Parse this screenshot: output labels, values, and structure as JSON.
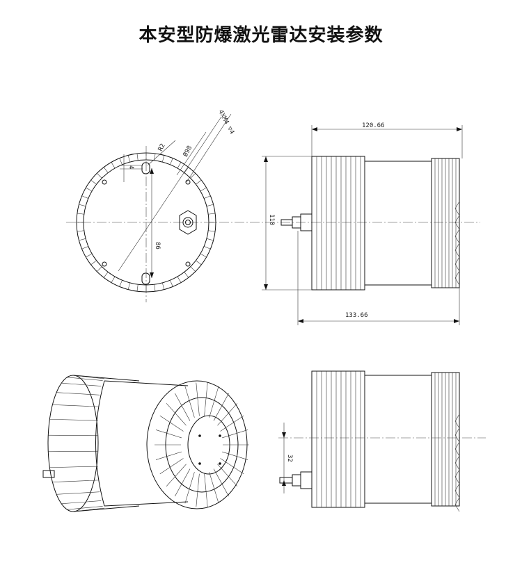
{
  "title": "本安型防爆激光雷达安装参数",
  "dims": {
    "top_width": "120.66",
    "total_length": "133.66",
    "height": "110",
    "bolt_spacing": "86",
    "offset_small": "4",
    "radius": "R2",
    "diameter": "Ø98",
    "thread": "4XM4 ▽4",
    "side_offset": "32"
  }
}
